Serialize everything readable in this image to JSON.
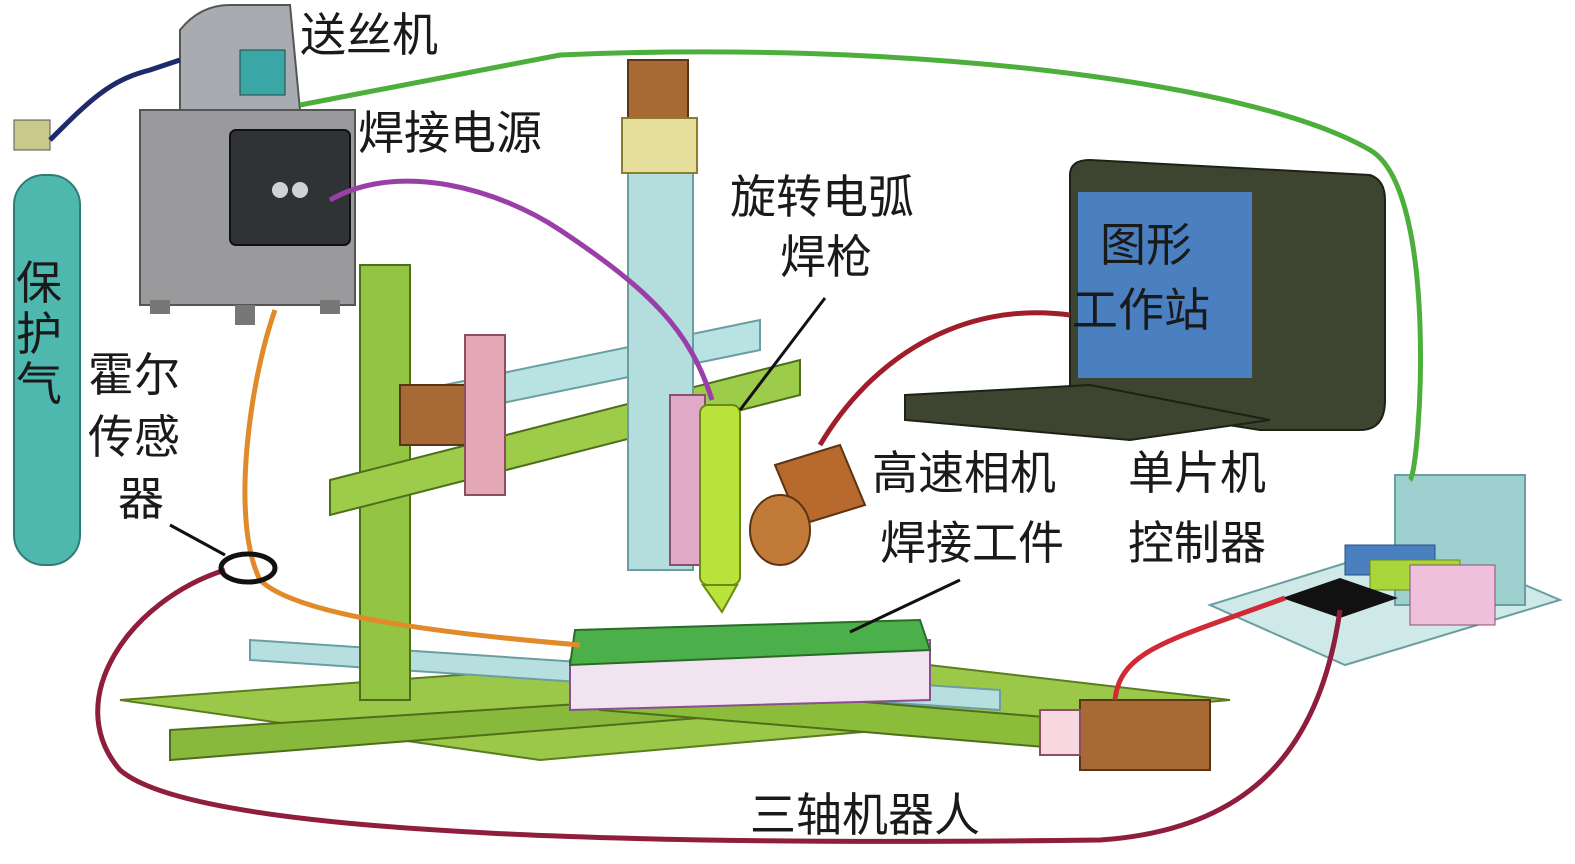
{
  "title": "旋转电弧焊接系统示意图",
  "labels": {
    "wire_feeder": "送丝机",
    "power_source": "焊接电源",
    "shield_gas": "保护气",
    "hall_sensor_l1": "霍尔",
    "hall_sensor_l2": "传感",
    "hall_sensor_l3": "器",
    "torch_l1": "旋转电弧",
    "torch_l2": "焊枪",
    "workstation_l1": "图形",
    "workstation_l2": "工作站",
    "camera": "高速相机",
    "workpiece": "焊接工件",
    "mcu_l1": "单片机",
    "mcu_l2": "控制器",
    "robot": "三轴机器人"
  },
  "colors": {
    "gas_cylinder": "#4fb8ae",
    "gas_hose": "#1f2a6b",
    "signal_green": "#4caf3c",
    "power_purple": "#9b3fa8",
    "current_orange": "#e08a2a",
    "camera_red": "#a01e2a",
    "control_crimson": "#8f1d3c",
    "frame_green": "#8fbf3a",
    "monitor_screen": "#4a7fc0",
    "monitor_body": "#3d4530",
    "camera_body": "#b86a2e"
  }
}
